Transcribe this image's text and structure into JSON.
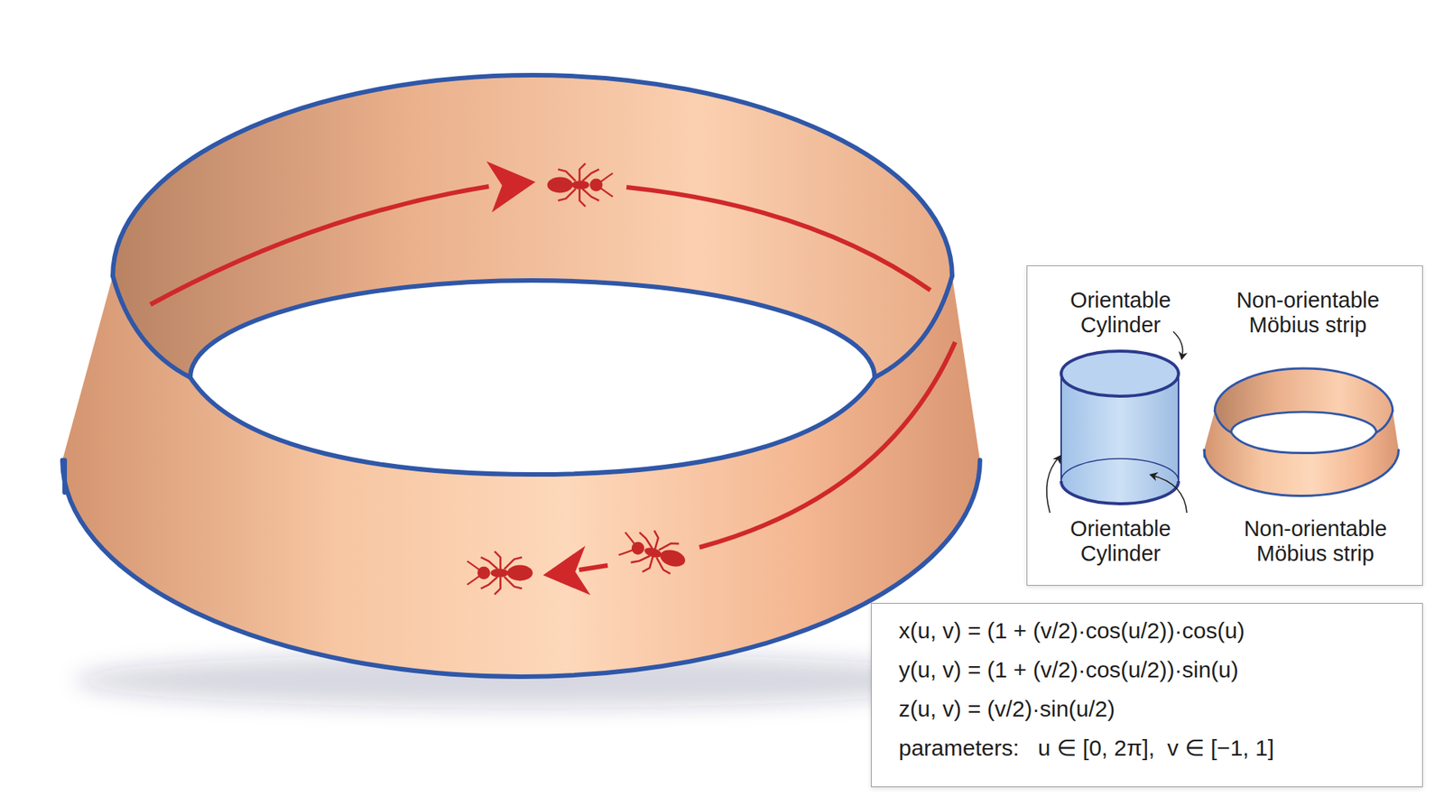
{
  "diagram": {
    "nodes": [
      {
        "text": [
          "Orientable Cylinder",
          "Non-orientable Möbius strip",
          "Orientable Cylinder",
          "Non-orientable Möbius strip"
        ]
      },
      {
        "text": [
          "x(u, v) = (1 + (v/2)·cos(u/2))·cos(u)",
          "y(u, v) = (1 + (v/2)·cos(u/2))·sin(u)",
          "z(u, v) = (v/2)·sin(u/2)",
          "parameters:   u ∈ [0, 2π],  v ∈ [−1, 1]"
        ]
      }
    ]
  }
}
